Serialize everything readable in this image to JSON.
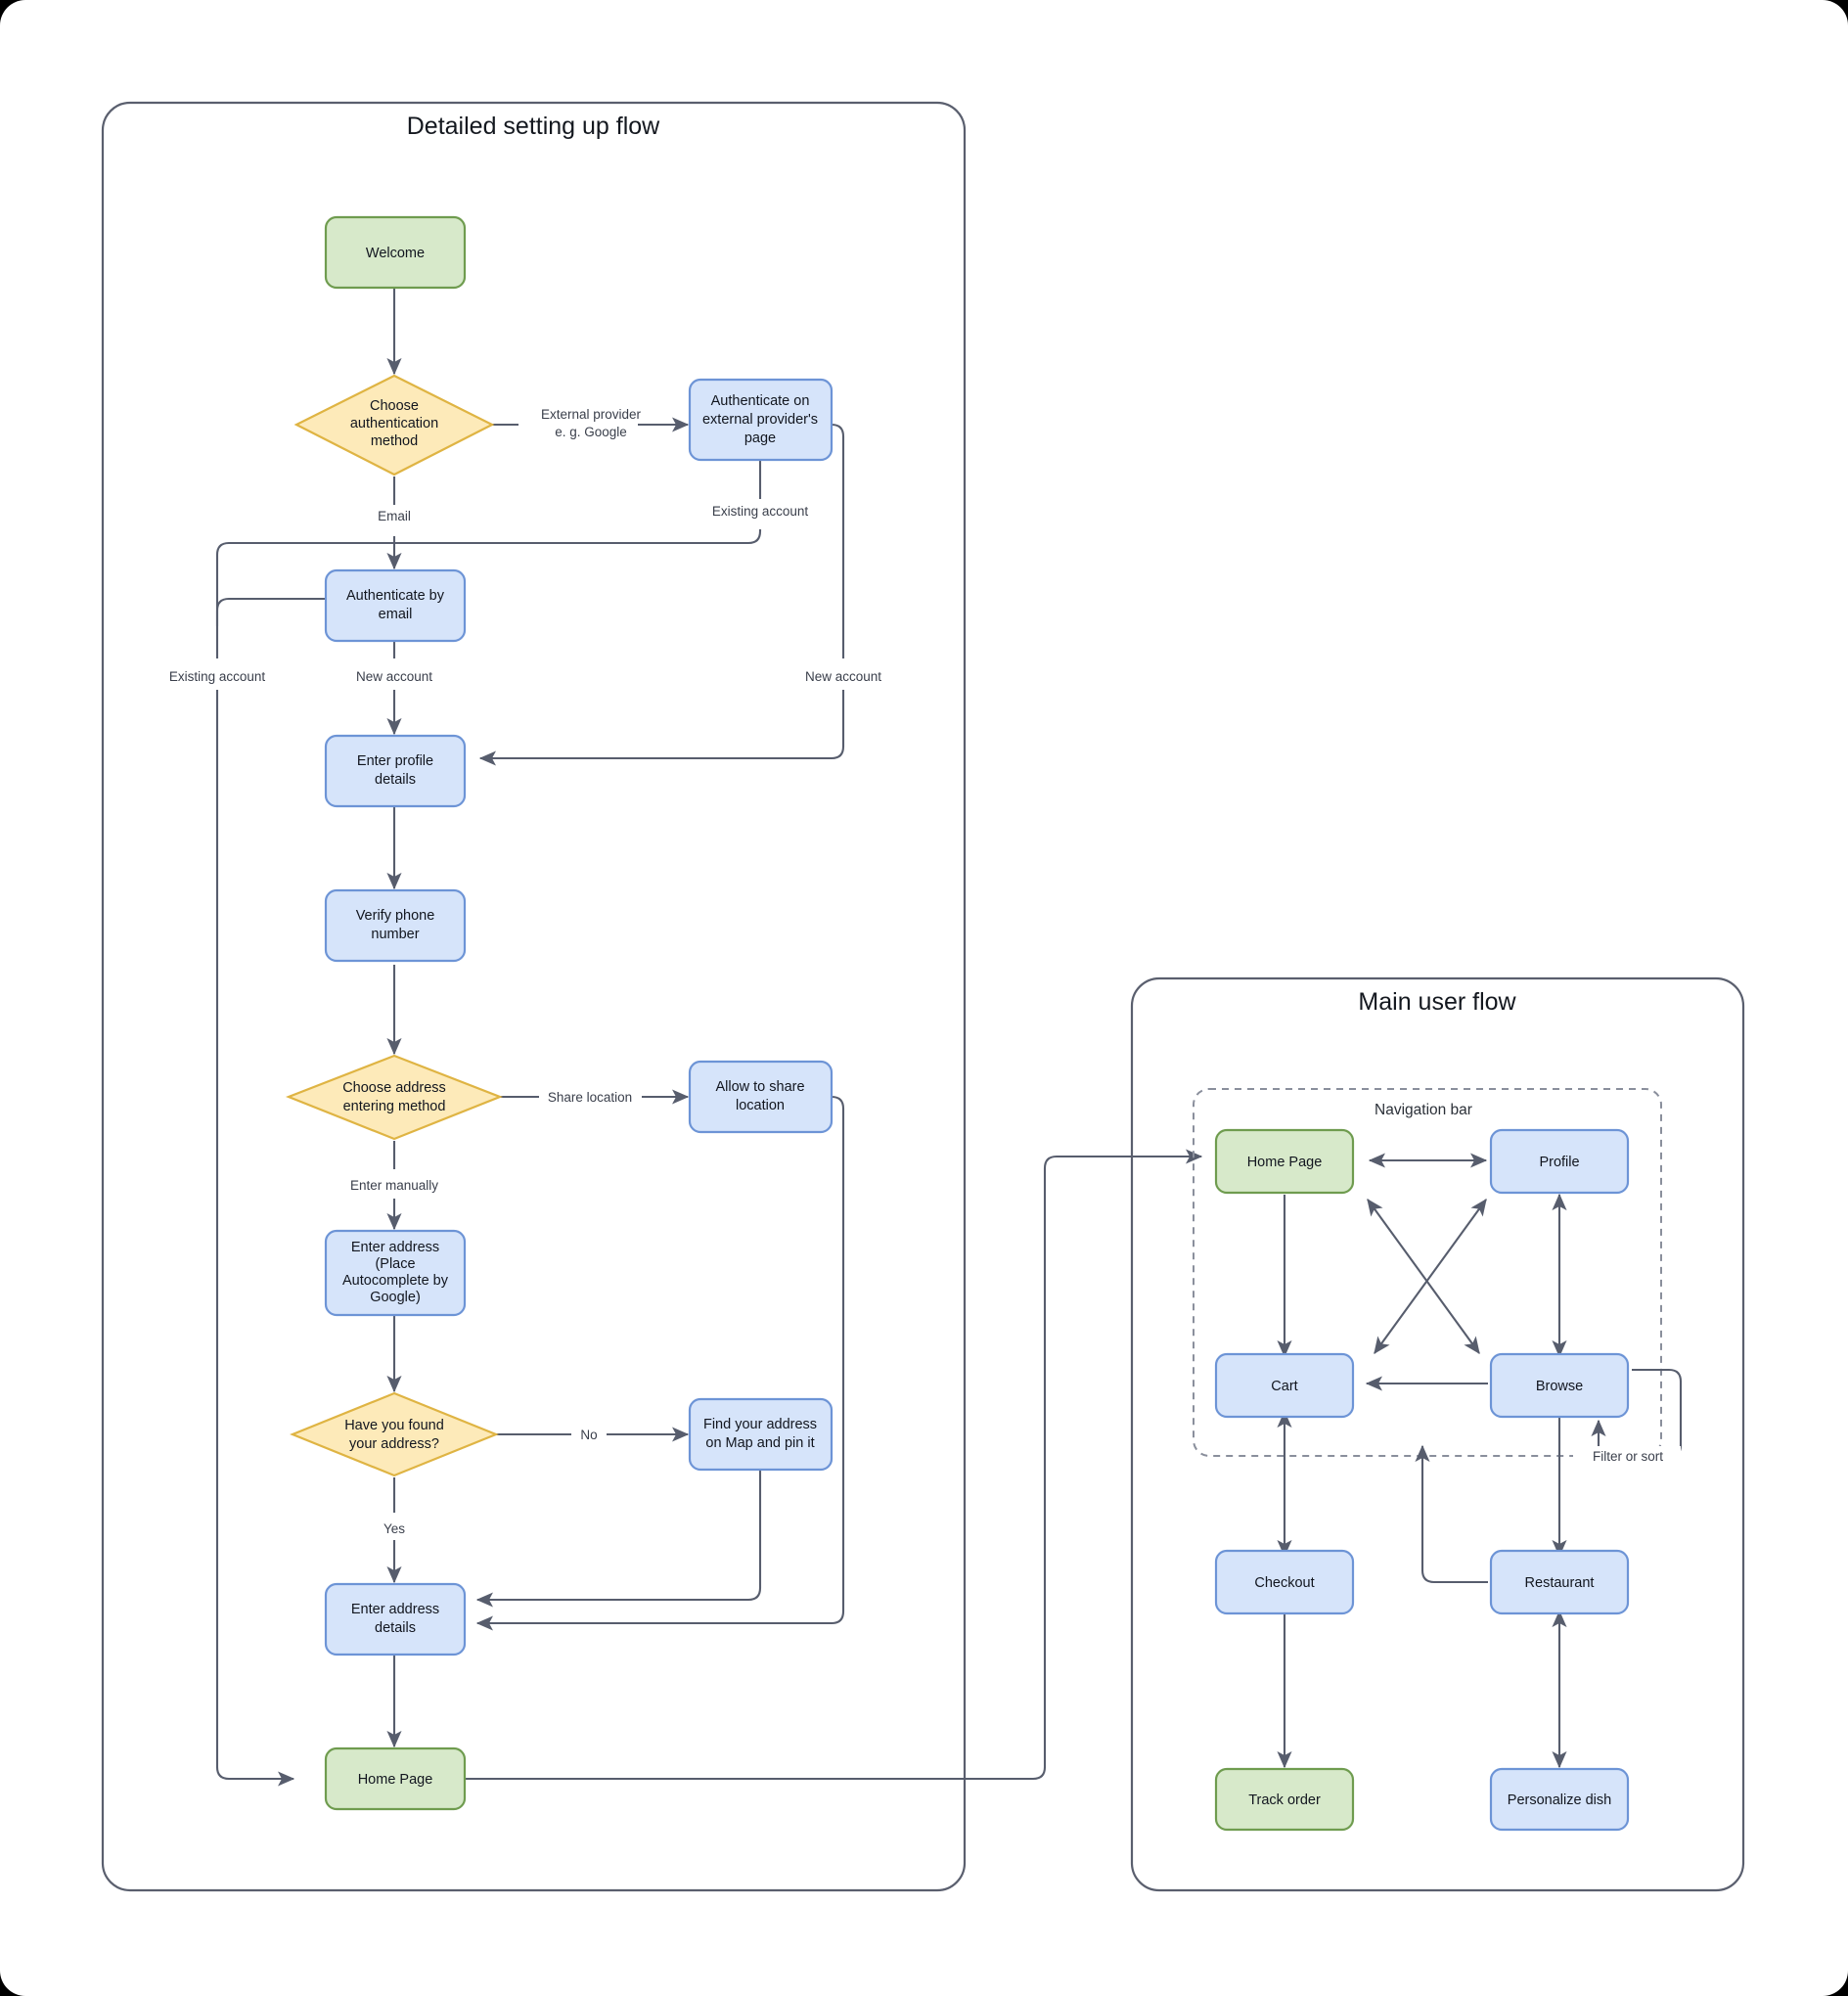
{
  "diagram": {
    "title_left": "Detailed setting up flow",
    "title_right": "Main user flow",
    "group_label": "Navigation bar",
    "colors": {
      "node_blue_fill": "#d6e4fa",
      "node_blue_stroke": "#6d94d6",
      "node_green_fill": "#d7e9ca",
      "node_green_stroke": "#6f9c4f",
      "node_decision_fill": "#fdeab9",
      "node_decision_stroke": "#dfb443",
      "edge_stroke": "#575d6d",
      "panel_stroke": "#5a5f6e",
      "group_stroke": "#8a8f9c",
      "background": "#ffffff"
    }
  },
  "setup_flow": {
    "nodes": [
      {
        "id": "welcome",
        "label": "Welcome",
        "type": "terminal",
        "color": "green"
      },
      {
        "id": "choose-auth",
        "label": "Choose\nauthentication\nmethod",
        "type": "decision",
        "color": "yellow"
      },
      {
        "id": "auth-external",
        "label": "Authenticate on\nexternal provider's\npage",
        "type": "process",
        "color": "blue"
      },
      {
        "id": "auth-email",
        "label": "Authenticate by\nemail",
        "type": "process",
        "color": "blue"
      },
      {
        "id": "profile",
        "label": "Enter profile\ndetails",
        "type": "process",
        "color": "blue"
      },
      {
        "id": "verify-phone",
        "label": "Verify phone\nnumber",
        "type": "process",
        "color": "blue"
      },
      {
        "id": "choose-addr",
        "label": "Choose address\nentering method",
        "type": "decision",
        "color": "yellow"
      },
      {
        "id": "share-loc",
        "label": "Allow to share\nlocation",
        "type": "process",
        "color": "blue"
      },
      {
        "id": "enter-addr",
        "label": "Enter address\n(Place\nAutocomplete by\nGoogle)",
        "type": "process",
        "color": "blue"
      },
      {
        "id": "found-addr",
        "label": "Have you found\nyour address?",
        "type": "decision",
        "color": "yellow"
      },
      {
        "id": "find-map",
        "label": "Find your address\non Map and pin it",
        "type": "process",
        "color": "blue"
      },
      {
        "id": "addr-details",
        "label": "Enter address\ndetails",
        "type": "process",
        "color": "blue"
      },
      {
        "id": "home",
        "label": "Home Page",
        "type": "terminal",
        "color": "green"
      }
    ],
    "edges": [
      {
        "from": "welcome",
        "to": "choose-auth",
        "label": ""
      },
      {
        "from": "choose-auth",
        "to": "auth-external",
        "label": "External provider\ne. g. Google"
      },
      {
        "from": "choose-auth",
        "to": "auth-email",
        "label": "Email"
      },
      {
        "from": "auth-external",
        "to": "home",
        "label": "Existing account"
      },
      {
        "from": "auth-external",
        "to": "profile",
        "label": "New account"
      },
      {
        "from": "auth-email",
        "to": "home",
        "label": "Existing account"
      },
      {
        "from": "auth-email",
        "to": "profile",
        "label": "New account"
      },
      {
        "from": "profile",
        "to": "verify-phone",
        "label": ""
      },
      {
        "from": "verify-phone",
        "to": "choose-addr",
        "label": ""
      },
      {
        "from": "choose-addr",
        "to": "share-loc",
        "label": "Share location"
      },
      {
        "from": "choose-addr",
        "to": "enter-addr",
        "label": "Enter manually"
      },
      {
        "from": "enter-addr",
        "to": "found-addr",
        "label": ""
      },
      {
        "from": "found-addr",
        "to": "find-map",
        "label": "No"
      },
      {
        "from": "found-addr",
        "to": "addr-details",
        "label": "Yes"
      },
      {
        "from": "find-map",
        "to": "addr-details",
        "label": ""
      },
      {
        "from": "share-loc",
        "to": "addr-details",
        "label": ""
      },
      {
        "from": "addr-details",
        "to": "home",
        "label": ""
      }
    ]
  },
  "main_flow": {
    "group": {
      "label": "Navigation bar",
      "members": [
        "home-page",
        "profile",
        "cart",
        "browse"
      ]
    },
    "nodes": [
      {
        "id": "home-page",
        "label": "Home Page",
        "color": "green"
      },
      {
        "id": "profile",
        "label": "Profile",
        "color": "blue"
      },
      {
        "id": "cart",
        "label": "Cart",
        "color": "blue"
      },
      {
        "id": "browse",
        "label": "Browse",
        "color": "blue"
      },
      {
        "id": "checkout",
        "label": "Checkout",
        "color": "blue"
      },
      {
        "id": "restaurant",
        "label": "Restaurant",
        "color": "blue"
      },
      {
        "id": "track-order",
        "label": "Track order",
        "color": "green"
      },
      {
        "id": "personalize",
        "label": "Personalize dish",
        "color": "blue"
      }
    ],
    "edges": [
      {
        "from": "home-page",
        "to": "profile",
        "label": "",
        "bidirectional": true
      },
      {
        "from": "home-page",
        "to": "cart",
        "label": "",
        "bidirectional": false
      },
      {
        "from": "home-page",
        "to": "browse",
        "label": "",
        "bidirectional": true
      },
      {
        "from": "profile",
        "to": "cart",
        "label": "",
        "bidirectional": true
      },
      {
        "from": "profile",
        "to": "browse",
        "label": "",
        "bidirectional": true
      },
      {
        "from": "browse",
        "to": "cart",
        "label": "",
        "bidirectional": false
      },
      {
        "from": "browse",
        "to": "browse",
        "label": "Filter or sort",
        "bidirectional": false
      },
      {
        "from": "cart",
        "to": "checkout",
        "label": "",
        "bidirectional": true
      },
      {
        "from": "checkout",
        "to": "track-order",
        "label": "",
        "bidirectional": false
      },
      {
        "from": "browse",
        "to": "restaurant",
        "label": "",
        "bidirectional": false
      },
      {
        "from": "restaurant",
        "to": "cart",
        "label": "",
        "bidirectional": false
      },
      {
        "from": "restaurant",
        "to": "personalize",
        "label": "",
        "bidirectional": true
      }
    ],
    "external_edges": [
      {
        "from": "setup.home",
        "to": "home-page",
        "label": ""
      }
    ]
  }
}
